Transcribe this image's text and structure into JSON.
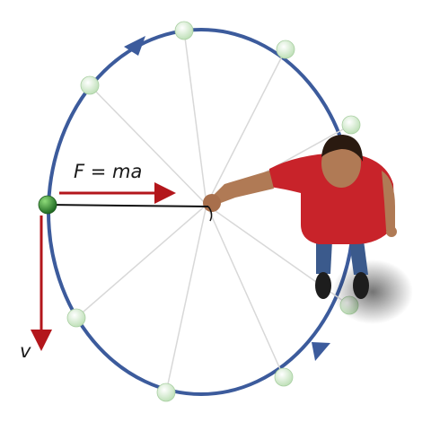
{
  "diagram": {
    "force_label": "F = ma",
    "velocity_label": "v",
    "colors": {
      "orbit": "#3c5b9c",
      "vector": "#b3161b",
      "spoke": "#d8d8d8",
      "ball": "#2f8a2f",
      "ghost_ball": "#d6ecd2"
    },
    "ghost_ball_count": 9,
    "direction_arrows": 2
  }
}
